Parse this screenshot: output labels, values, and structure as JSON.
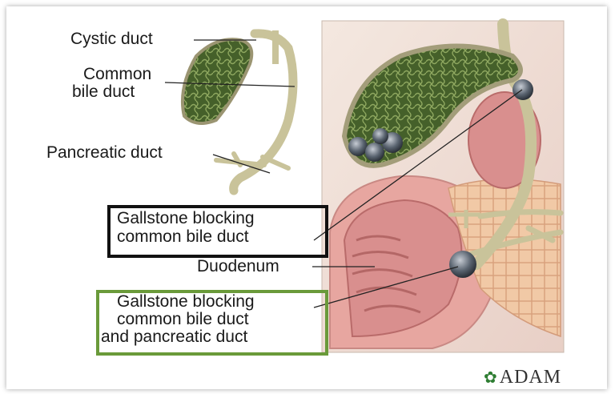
{
  "labels": {
    "cystic_duct": "Cystic duct",
    "common_bile_duct_1": "Common",
    "common_bile_duct_2": "bile duct",
    "pancreatic_duct": "Pancreatic duct",
    "gallstone1_line1": "Gallstone blocking",
    "gallstone1_line2": "common bile duct",
    "duodenum": "Duodenum",
    "gallstone2_line1": "Gallstone blocking",
    "gallstone2_line2": "common bile duct",
    "gallstone2_line3": "and pancreatic duct"
  },
  "logo": {
    "mark": "✿",
    "text": "ADAM"
  },
  "colors": {
    "box_black": "#111111",
    "box_green": "#6a9a3a",
    "bile": "#4f6b2a",
    "duct": "#c9c39a"
  }
}
